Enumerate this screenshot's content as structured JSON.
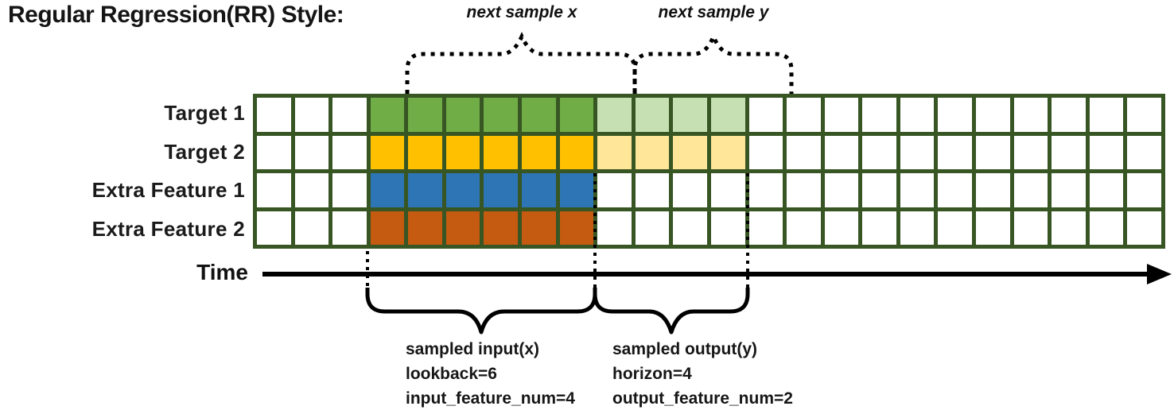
{
  "title": "Regular Regression(RR) Style:",
  "colors": {
    "grid_border": "#375623",
    "cell_empty": "#ffffff",
    "target1_fill": "#70AD47",
    "target1_light": "#C6E0B4",
    "target2_fill": "#FFC000",
    "target2_light": "#FFE699",
    "extra_feature1_fill": "#2E75B6",
    "extra_feature2_fill": "#C55A11",
    "line_color": "#000000"
  },
  "top_braces": [
    {
      "label": "next sample x"
    },
    {
      "label": "next sample y"
    }
  ],
  "rows": [
    {
      "label": "Target 1",
      "fill": "#70AD47",
      "light": "#C6E0B4",
      "has_horizon": true
    },
    {
      "label": "Target 2",
      "fill": "#FFC000",
      "light": "#FFE699",
      "has_horizon": true
    },
    {
      "label": "Extra Feature 1",
      "fill": "#2E75B6",
      "light": "",
      "has_horizon": false
    },
    {
      "label": "Extra Feature 2",
      "fill": "#C55A11",
      "light": "",
      "has_horizon": false
    }
  ],
  "grid": {
    "columns": 24,
    "row_count": 4,
    "lead_empty_cols": 3,
    "lookback_cols": 6,
    "horizon_cols": 4
  },
  "time_axis": {
    "label": "Time"
  },
  "bottom_annotations": [
    {
      "lines": [
        "sampled input(x)",
        "lookback=6",
        "input_feature_num=4"
      ]
    },
    {
      "lines": [
        "sampled output(y)",
        "horizon=4",
        "output_feature_num=2"
      ]
    }
  ]
}
